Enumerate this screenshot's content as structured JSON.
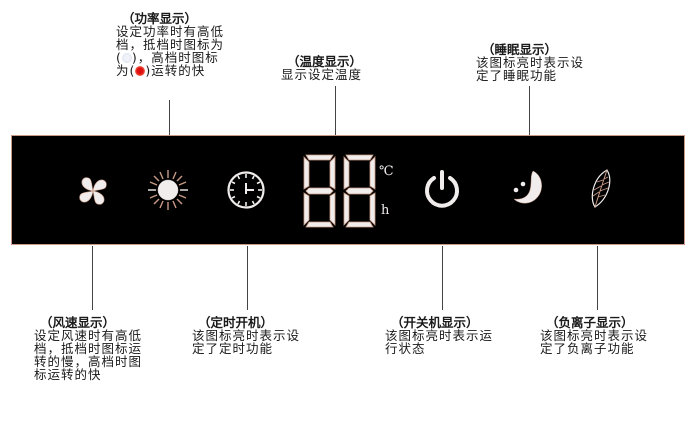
{
  "top_labels": {
    "power": {
      "title": "（功率显示）",
      "desc_part1": "设定功率时有高低档，抵档时图标为(",
      "desc_part2": ")，高档时图标为(",
      "desc_part3": ")运转的快"
    },
    "temperature": {
      "title": "（温度显示）",
      "desc": "显示设定温度"
    },
    "sleep": {
      "title": "（睡眠显示）",
      "desc": "该图标亮时表示设定了睡眠功能"
    }
  },
  "bottom_labels": {
    "fan_speed": {
      "title": "（风速显示）",
      "desc": "设定风速时有高低档，抵档时图标运转的慢，高档时图标运转的快"
    },
    "timer": {
      "title": "（定时开机）",
      "desc": "该图标亮时表示设定了定时功能"
    },
    "power_switch": {
      "title": "（开关机显示）",
      "desc": "该图标亮时表示运行状态"
    },
    "anion": {
      "title": "（负离子显示）",
      "desc": "该图标亮时表示设定了负离子功能"
    }
  },
  "panel": {
    "display_digits": "88",
    "unit_celsius": "℃",
    "unit_hour": "h",
    "icons": [
      "fan-icon",
      "sun-icon",
      "clock-icon",
      "seven-segment-display",
      "power-icon",
      "moon-icon",
      "leaf-icon"
    ]
  },
  "colors": {
    "panel_bg": "#000000",
    "icon_fill": "#f2eded",
    "icon_outline": "#c89a86",
    "connector": "#444444",
    "high_indicator": "#e01010",
    "low_indicator": "#dde3ef"
  }
}
